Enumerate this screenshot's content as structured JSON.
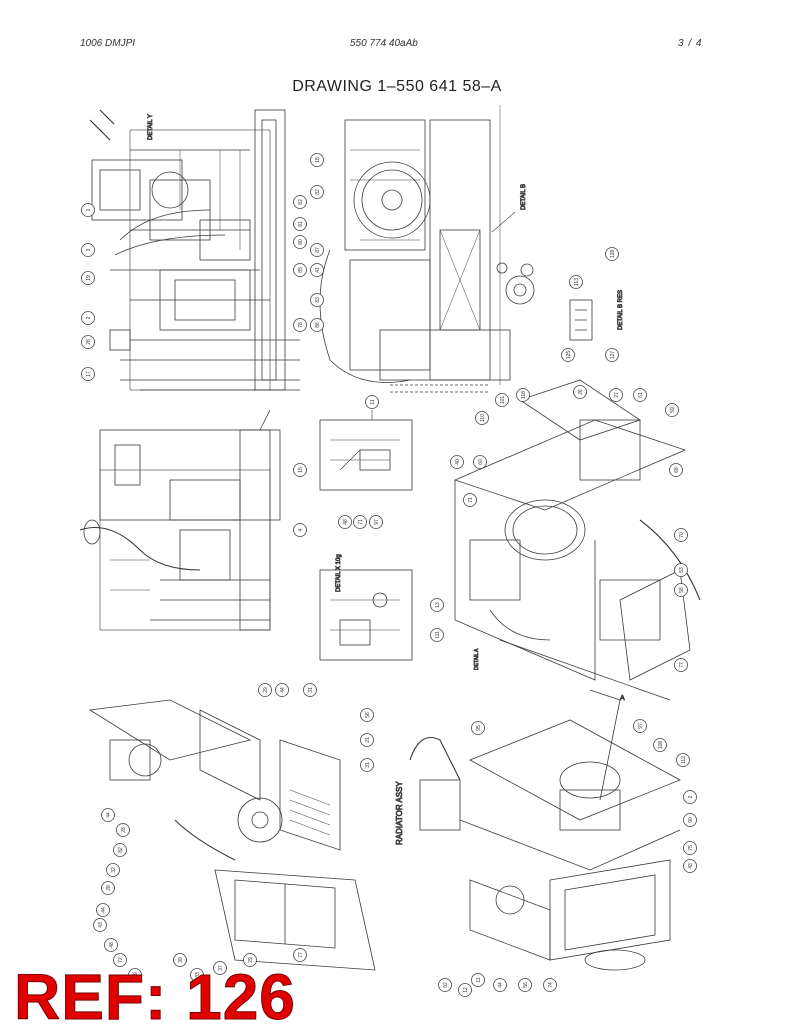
{
  "header": {
    "left": "1006 DMJPI",
    "center": "550 774 40aAb",
    "page": "3 /   4"
  },
  "title": "DRAWING  1–550 641 58–A",
  "labels": {
    "detail_y": "DETAIL Y",
    "detail_b": "DETAIL B",
    "detail_b_res": "DETAIL B RES",
    "detail_x": "DETAIL X 10g",
    "detail_a": "DETAIL A",
    "radiator": "RADIATOR ASSY",
    "a_mark": "A"
  },
  "callouts": {
    "v1": [
      "1",
      "3",
      "19",
      "2",
      "28",
      "17",
      "82",
      "81",
      "80",
      "82",
      "85",
      "41",
      "78",
      "86",
      "83",
      "87",
      "18",
      "11"
    ],
    "v2": [
      "125",
      "128",
      "127",
      "113"
    ],
    "v3": [
      "15",
      "4",
      "48",
      "71",
      "97"
    ],
    "v4": [
      "110",
      "101",
      "40",
      "60",
      "71",
      "13",
      "111",
      "118",
      "59",
      "61",
      "26",
      "27",
      "68",
      "70",
      "53",
      "58",
      "77"
    ],
    "v5": [
      "29",
      "44",
      "31",
      "56",
      "21",
      "31",
      "44",
      "28",
      "82",
      "32",
      "28",
      "44",
      "43",
      "48",
      "72",
      "79",
      "39",
      "33",
      "37",
      "29",
      "77"
    ],
    "v6": [
      "95",
      "97",
      "108",
      "112",
      "2",
      "90",
      "75",
      "43",
      "11",
      "44",
      "56",
      "74",
      "12",
      "82"
    ]
  },
  "ref_label": "REF: 126"
}
